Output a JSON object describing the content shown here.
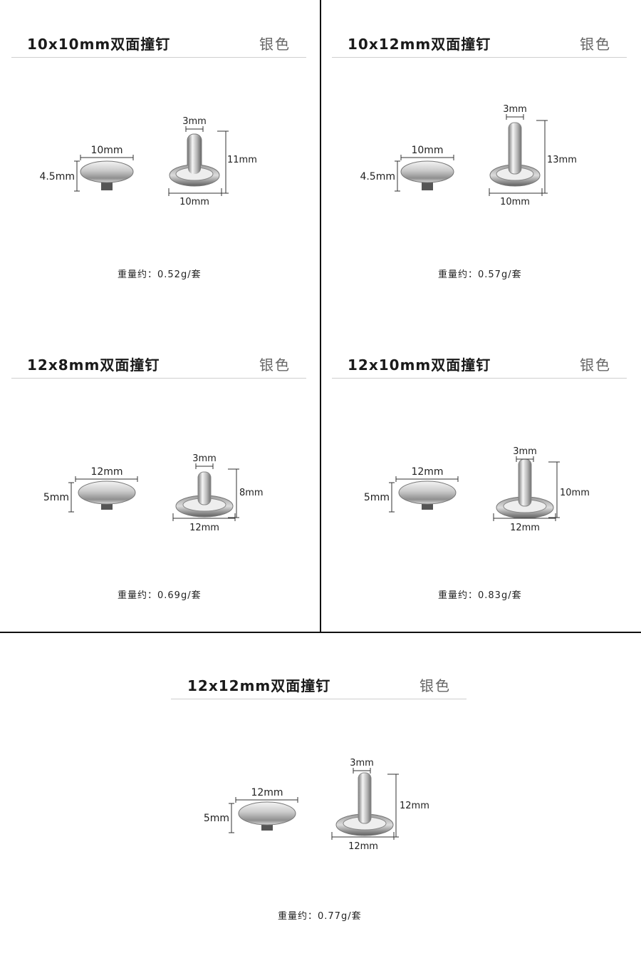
{
  "products": [
    {
      "title": "10x10mm双面撞钉",
      "color": "银色",
      "weight": "重量约：0.52g/套",
      "cap": {
        "width_label": "10mm",
        "height_label": "4.5mm"
      },
      "post": {
        "stem_label": "3mm",
        "height_label": "11mm",
        "base_label": "10mm"
      }
    },
    {
      "title": "10x12mm双面撞钉",
      "color": "银色",
      "weight": "重量约：0.57g/套",
      "cap": {
        "width_label": "10mm",
        "height_label": "4.5mm"
      },
      "post": {
        "stem_label": "3mm",
        "height_label": "13mm",
        "base_label": "10mm"
      }
    },
    {
      "title": "12x8mm双面撞钉",
      "color": "银色",
      "weight": "重量约：0.69g/套",
      "cap": {
        "width_label": "12mm",
        "height_label": "5mm"
      },
      "post": {
        "stem_label": "3mm",
        "height_label": "8mm",
        "base_label": "12mm"
      }
    },
    {
      "title": "12x10mm双面撞钉",
      "color": "银色",
      "weight": "重量约：0.83g/套",
      "cap": {
        "width_label": "12mm",
        "height_label": "5mm"
      },
      "post": {
        "stem_label": "3mm",
        "height_label": "10mm",
        "base_label": "12mm"
      }
    },
    {
      "title": "12x12mm双面撞钉",
      "color": "银色",
      "weight": "重量约：0.77g/套",
      "cap": {
        "width_label": "12mm",
        "height_label": "5mm"
      },
      "post": {
        "stem_label": "3mm",
        "height_label": "12mm",
        "base_label": "12mm"
      }
    }
  ]
}
